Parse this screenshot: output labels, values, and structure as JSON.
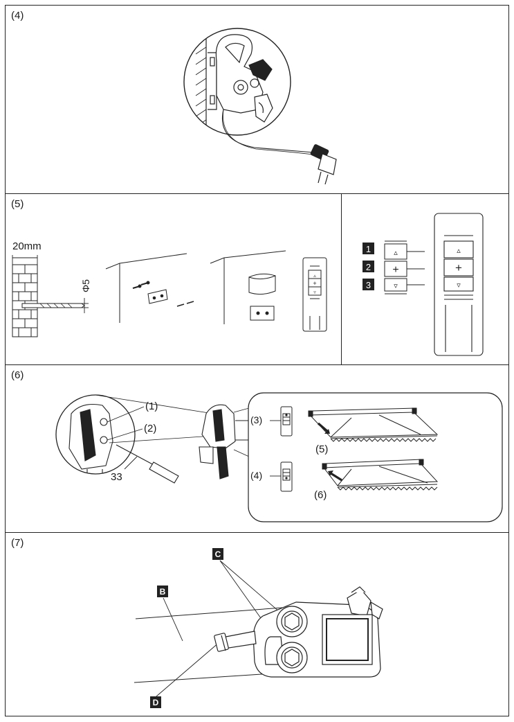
{
  "steps": {
    "step4": {
      "label": "(4)"
    },
    "step5": {
      "label": "(5)",
      "dim_depth": "20mm",
      "dim_diameter": "Φ5"
    },
    "remote_legend": {
      "items": [
        {
          "num": "1",
          "symbol": "▵"
        },
        {
          "num": "2",
          "symbol": "+"
        },
        {
          "num": "3",
          "symbol": "▿"
        }
      ]
    },
    "step6": {
      "label": "(6)",
      "callouts": [
        "(1)",
        "(2)",
        "(3)",
        "(4)",
        "(5)",
        "(6)"
      ],
      "tool_number": "33"
    },
    "step7": {
      "label": "(7)",
      "letters": [
        "B",
        "C",
        "D"
      ]
    }
  }
}
